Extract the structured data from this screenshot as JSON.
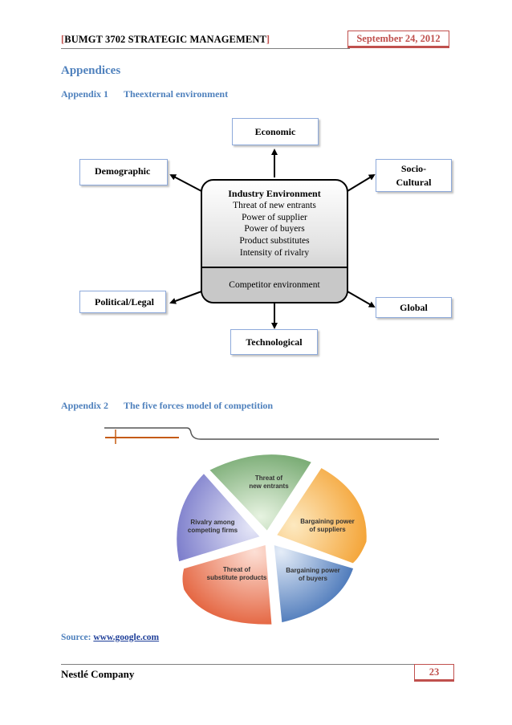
{
  "header": {
    "bracket_open": "[",
    "title": "BUMGT 3702 STRATEGIC MANAGEMENT",
    "bracket_close": "]",
    "date": "September 24, 2012"
  },
  "section_title": "Appendices",
  "appendix1": {
    "number": "Appendix 1",
    "caption": "Theexternal environment",
    "diagram": {
      "central": {
        "title": "Industry Environment",
        "lines": [
          "Threat of new entrants",
          "Power of supplier",
          "Power of buyers",
          "Product substitutes",
          "Intensity of rivalry"
        ],
        "bottom": "Competitor environment"
      },
      "economic": "Economic",
      "demographic": "Demographic",
      "socio_cultural_line1": "Socio-",
      "socio_cultural_line2": "Cultural",
      "political_legal": "Political/Legal",
      "global": "Global",
      "technological": "Technological"
    }
  },
  "appendix2": {
    "number": "Appendix 2",
    "caption": "The five forces model of competition",
    "pie": {
      "slices": [
        {
          "label_line1": "Threat of",
          "label_line2": "new entrants",
          "color": "#8fbf8a"
        },
        {
          "label_line1": "Bargaining power",
          "label_line2": "of suppliers",
          "color": "#f7b04e"
        },
        {
          "label_line1": "Bargaining power",
          "label_line2": "of buyers",
          "color": "#5b87c6"
        },
        {
          "label_line1": "Threat of",
          "label_line2": "substitute products",
          "color": "#ee7651"
        },
        {
          "label_line1": "Rivalry among",
          "label_line2": "competing firms",
          "color": "#8e8fd6"
        }
      ]
    }
  },
  "source": {
    "label": "Source:",
    "link": "www.google.com"
  },
  "footer": {
    "company": "Nestlé Company",
    "page": "23"
  }
}
